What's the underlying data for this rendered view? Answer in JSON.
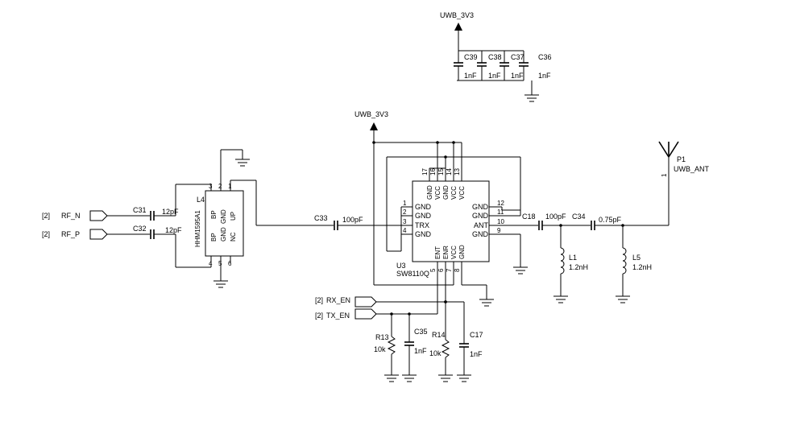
{
  "power": {
    "rail_top": "UWB_3V3",
    "rail_mid": "UWB_3V3"
  },
  "decoupling": [
    {
      "ref": "C39",
      "value": "1nF"
    },
    {
      "ref": "C38",
      "value": "1nF"
    },
    {
      "ref": "C37",
      "value": "1nF"
    },
    {
      "ref": "C36",
      "value": "1nF"
    }
  ],
  "ports": {
    "rf_n": {
      "sheet": "[2]",
      "name": "RF_N"
    },
    "rf_p": {
      "sheet": "[2]",
      "name": "RF_P"
    },
    "rx_en": {
      "sheet": "[2]",
      "name": "RX_EN"
    },
    "tx_en": {
      "sheet": "[2]",
      "name": "TX_EN"
    }
  },
  "caps": {
    "c31": {
      "ref": "C31",
      "value": "12pF"
    },
    "c32": {
      "ref": "C32",
      "value": "12pF"
    },
    "c33": {
      "ref": "C33",
      "value": "100pF"
    },
    "c18": {
      "ref": "C18",
      "value": "100pF"
    },
    "c34": {
      "ref": "C34",
      "value": "0.75pF"
    },
    "c35": {
      "ref": "C35",
      "value": "1nF"
    },
    "c17": {
      "ref": "C17",
      "value": "1nF"
    }
  },
  "balun": {
    "ref": "L4",
    "part": "HHM1595A1",
    "pins": [
      "BP",
      "GND",
      "BP",
      "GND",
      "NC",
      "UP"
    ],
    "pin_nums": [
      "3",
      "2",
      "1",
      "4",
      "5",
      "6"
    ]
  },
  "ic": {
    "ref": "U3",
    "part": "SW8110Q",
    "left_pins": [
      {
        "num": "1",
        "name": "GND"
      },
      {
        "num": "2",
        "name": "GND"
      },
      {
        "num": "3",
        "name": "TRX"
      },
      {
        "num": "4",
        "name": "GND"
      }
    ],
    "right_pins": [
      {
        "num": "12",
        "name": "GND"
      },
      {
        "num": "11",
        "name": "GND"
      },
      {
        "num": "10",
        "name": "ANT"
      },
      {
        "num": "9",
        "name": "GND"
      }
    ],
    "top_pins": [
      {
        "num": "17",
        "name": "GND"
      },
      {
        "num": "16",
        "name": "VCC"
      },
      {
        "num": "15",
        "name": "GND"
      },
      {
        "num": "14",
        "name": "VCC"
      },
      {
        "num": "13",
        "name": "VCC"
      }
    ],
    "bottom_pins": [
      {
        "num": "5",
        "name": "ENT"
      },
      {
        "num": "6",
        "name": "ENR"
      },
      {
        "num": "7",
        "name": "VCC"
      },
      {
        "num": "8",
        "name": "GND"
      }
    ]
  },
  "inductors": {
    "l1": {
      "ref": "L1",
      "value": "1.2nH"
    },
    "l5": {
      "ref": "L5",
      "value": "1.2nH"
    }
  },
  "resistors": {
    "r13": {
      "ref": "R13",
      "value": "10k"
    },
    "r14": {
      "ref": "R14",
      "value": "10k"
    }
  },
  "antenna": {
    "ref": "P1",
    "name": "UWB_ANT",
    "pin": "1"
  }
}
